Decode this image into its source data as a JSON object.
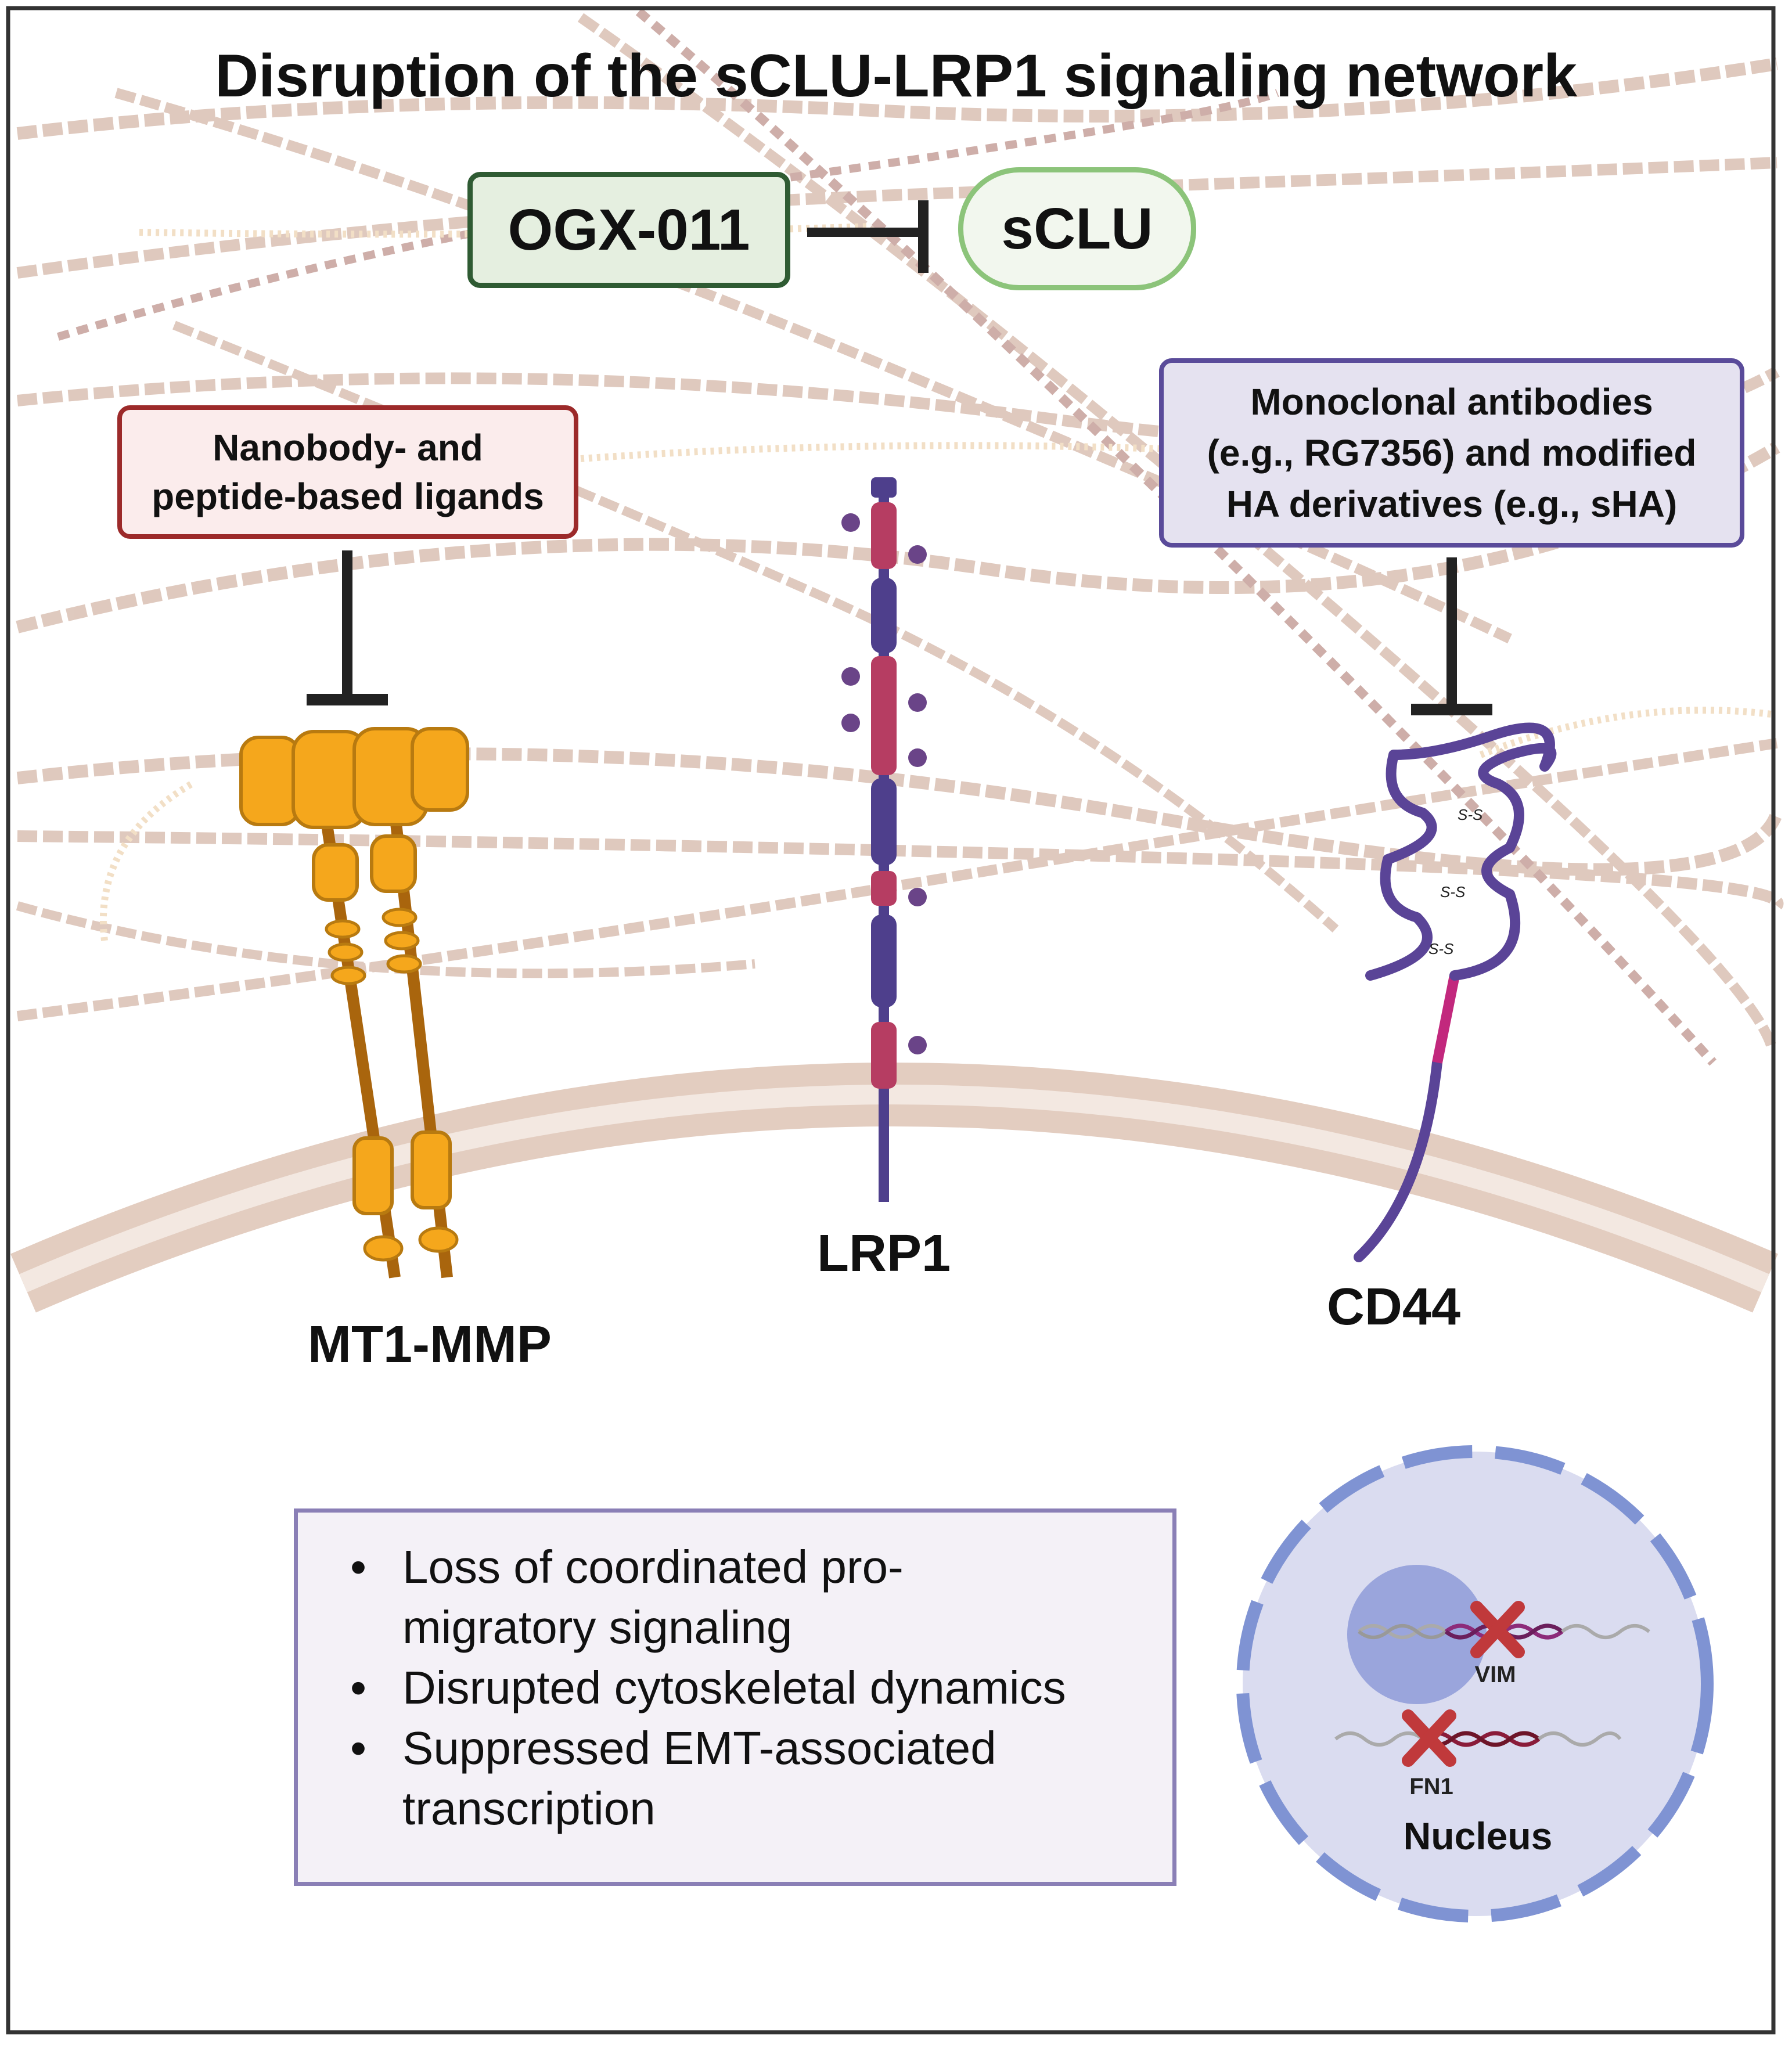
{
  "title": "Disruption of the sCLU-LRP1 signaling network",
  "inhibitor_top": {
    "drug": "OGX-011",
    "target": "sCLU"
  },
  "left_inhibitor": {
    "line1": "Nanobody- and",
    "line2": "peptide-based ligands"
  },
  "right_inhibitor": {
    "line1": "Monoclonal antibodies",
    "line2": "(e.g., RG7356) and modified",
    "line3": "HA derivatives (e.g., sHA)"
  },
  "receptors": {
    "left": "MT1-MMP",
    "middle": "LRP1",
    "right": "CD44"
  },
  "disulfide_label": "S-S",
  "effects": [
    "Loss of coordinated pro-",
    "migratory signaling",
    "Disrupted cytoskeletal dynamics",
    "Suppressed EMT-associated",
    "transcription"
  ],
  "nucleus": {
    "label": "Nucleus",
    "gene1": "VIM",
    "gene2": "FN1"
  },
  "colors": {
    "drug_box_fill": "#e5efe0",
    "drug_box_border": "#2f5b33",
    "sclu_fill": "#f2f7ee",
    "sclu_border": "#8cc47a",
    "left_box_fill": "#fbecec",
    "left_box_border": "#9c2a2a",
    "right_box_fill": "#e5e2f0",
    "right_box_border": "#5a4b9a",
    "mmp": "#f5a71c",
    "lrp1_purple": "#4e3f8c",
    "lrp1_red": "#b63d62",
    "cd44": "#5a4497",
    "cd44_tm": "#c2287d",
    "membrane": "#e2cbbd",
    "nucleus_fill": "#d9dcf0",
    "nucleus_border": "#7f93d3",
    "block_x": "#c0393b"
  }
}
